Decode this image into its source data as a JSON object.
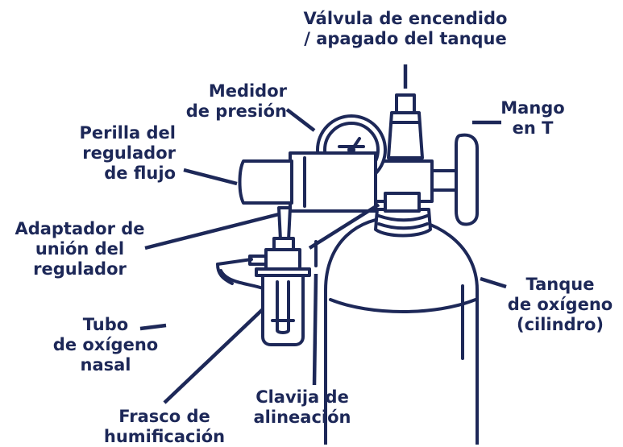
{
  "labels": {
    "valve": [
      "Válvula de encendido",
      "/ apagado del tanque"
    ],
    "gauge": [
      "Medidor",
      "de presión"
    ],
    "t_handle": [
      "Mango",
      "en T"
    ],
    "flow_knob": [
      "Perilla del",
      "regulador",
      "de flujo"
    ],
    "adapter": [
      "Adaptador de",
      "unión del",
      "regulador"
    ],
    "tank": [
      "Tanque",
      "de oxígeno",
      "(cilindro)"
    ],
    "nasal_tube": [
      "Tubo",
      "de oxígeno",
      "nasal"
    ],
    "pin": [
      "Clavija de",
      "alineación"
    ],
    "humidifier": [
      "Frasco de",
      "humificación"
    ]
  },
  "colors": {
    "ink": "#1d2858",
    "background": "#ffffff"
  }
}
